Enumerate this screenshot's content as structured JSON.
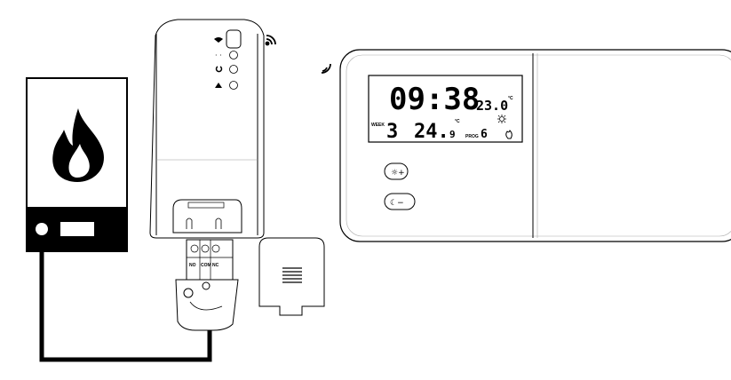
{
  "receiver": {
    "terminals": [
      "NO",
      "COM",
      "NC"
    ]
  },
  "thermostat": {
    "lcd": {
      "time": "09:38",
      "set_temp": "23.0",
      "set_unit": "°C",
      "week_label": "WEEK",
      "day": "3",
      "room_temp_main": "24.",
      "room_temp_decimal": "9",
      "room_unit": "°C",
      "prog_label": "PROG",
      "prog_number": "6"
    }
  },
  "colors": {
    "line": "#000000",
    "fill": "#ffffff",
    "panel": "#f4f4f4"
  }
}
